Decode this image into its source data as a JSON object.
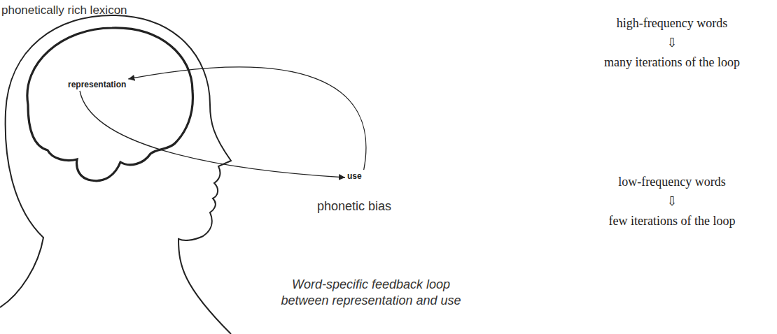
{
  "diagram": {
    "nodes": [
      {
        "text": [
          "representation"
        ]
      },
      {
        "text": [
          "use"
        ]
      }
    ],
    "edges": [
      {
        "from": 0,
        "to": 1,
        "arrow": "to"
      },
      {
        "from": 1,
        "to": 0,
        "arrow": "to"
      }
    ],
    "labels": [
      "phonetically rich lexicon",
      "phonetic bias",
      "Word-specific feedback loop between representation and use",
      "high-frequency words",
      "⇩",
      "many iterations of the loop",
      "low-frequency words",
      "⇩",
      "few iterations of the loop"
    ]
  }
}
